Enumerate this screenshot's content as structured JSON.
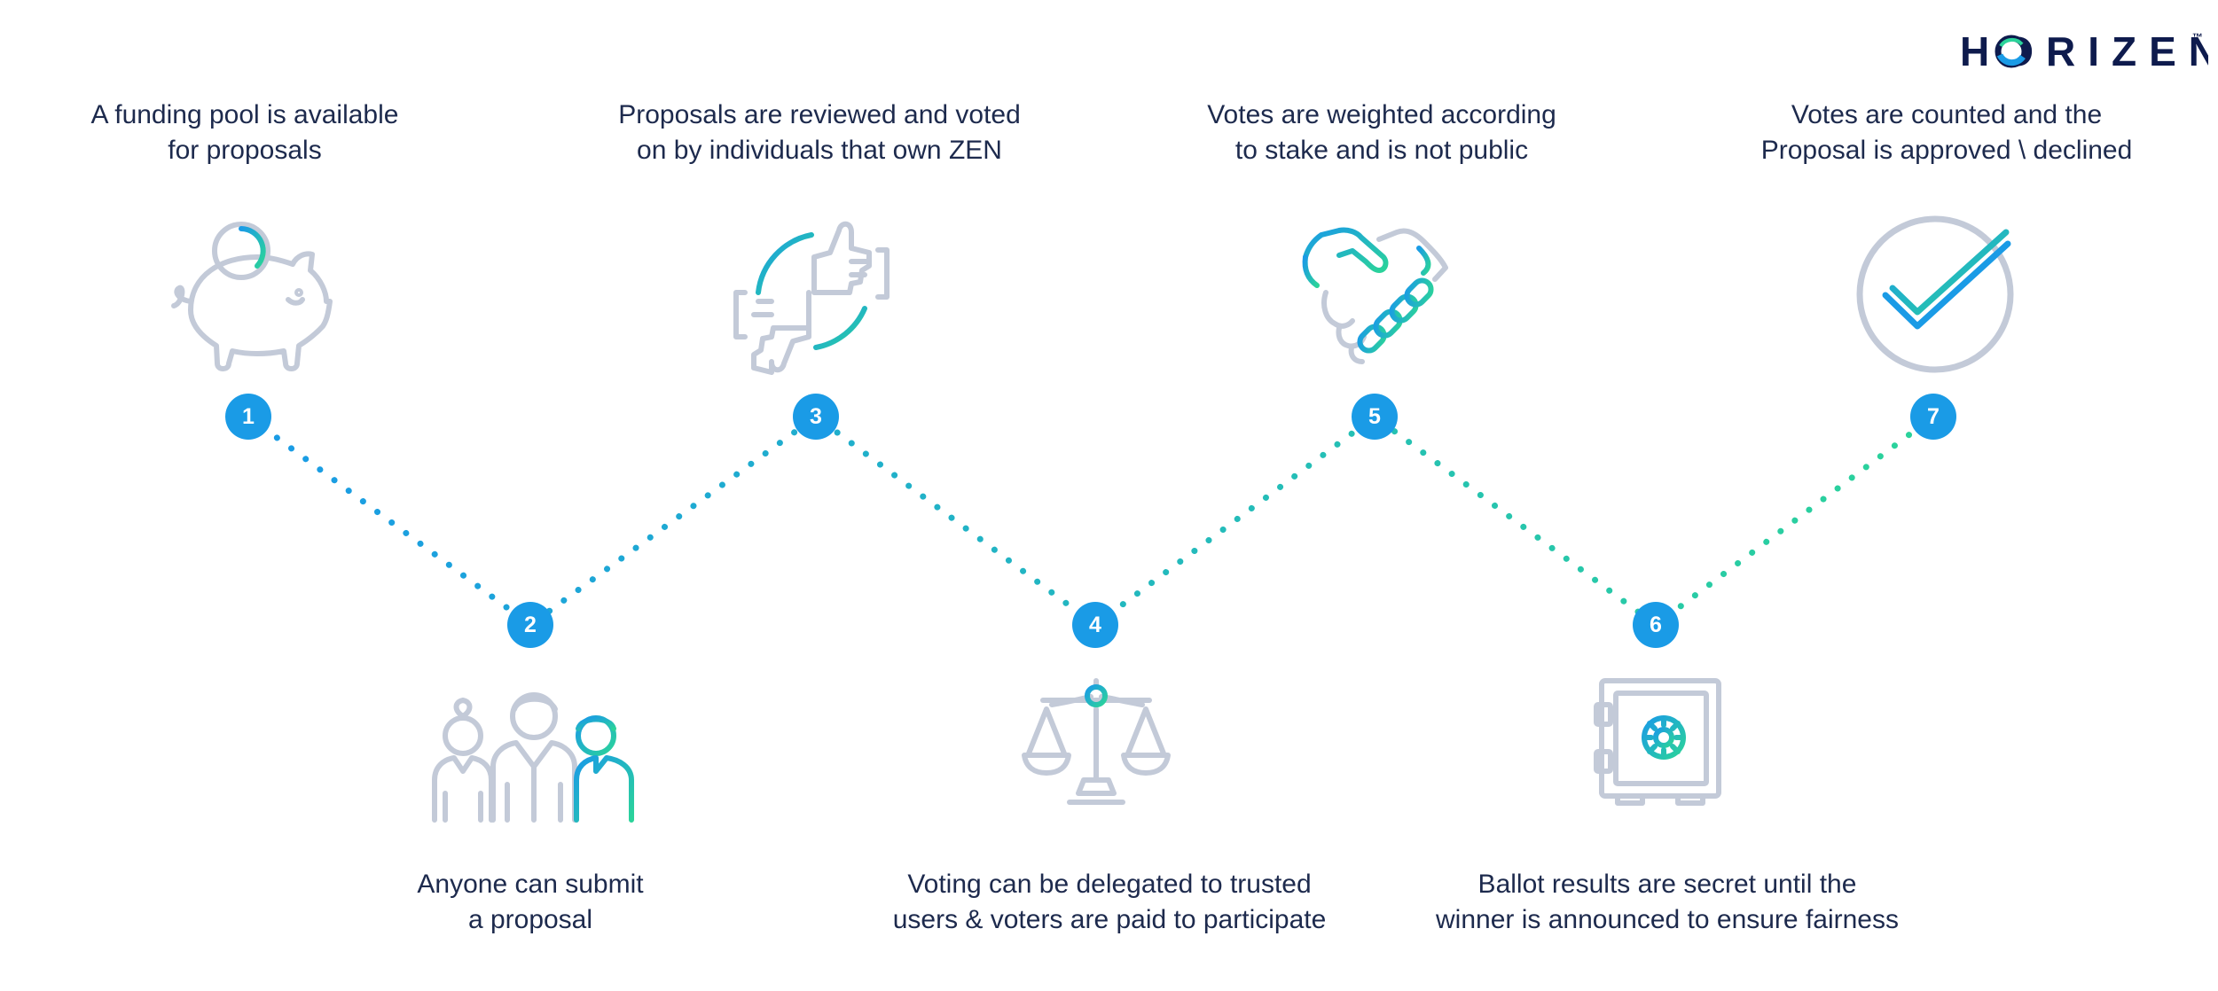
{
  "brand": {
    "name": "HORIZEN",
    "trademark": "™"
  },
  "steps": [
    {
      "number": "1",
      "lines": [
        "A funding pool is available",
        "for proposals"
      ],
      "icon": "piggy-bank-icon"
    },
    {
      "number": "2",
      "lines": [
        "Anyone can submit",
        "a proposal"
      ],
      "icon": "people-group-icon"
    },
    {
      "number": "3",
      "lines": [
        "Proposals are reviewed and voted",
        "on by individuals that own ZEN"
      ],
      "icon": "thumbs-up-down-icon"
    },
    {
      "number": "4",
      "lines": [
        "Voting can be delegated to trusted",
        "users & voters are paid to participate"
      ],
      "icon": "scales-icon"
    },
    {
      "number": "5",
      "lines": [
        "Votes are weighted according",
        "to stake and is not public"
      ],
      "icon": "handshake-icon"
    },
    {
      "number": "6",
      "lines": [
        "Ballot results are secret until the",
        "winner is announced to ensure fairness"
      ],
      "icon": "safe-icon"
    },
    {
      "number": "7",
      "lines": [
        "Votes are counted and the",
        "Proposal is approved \\ declined"
      ],
      "icon": "checkmark-circle-icon"
    }
  ],
  "colors": {
    "badge": "#1a9be6",
    "dots_start": "#1a9be6",
    "dots_end": "#2bd39a",
    "icon_gray": "#c3cad8",
    "text": "#1d2a4d",
    "logo": "#0e1b4d"
  }
}
